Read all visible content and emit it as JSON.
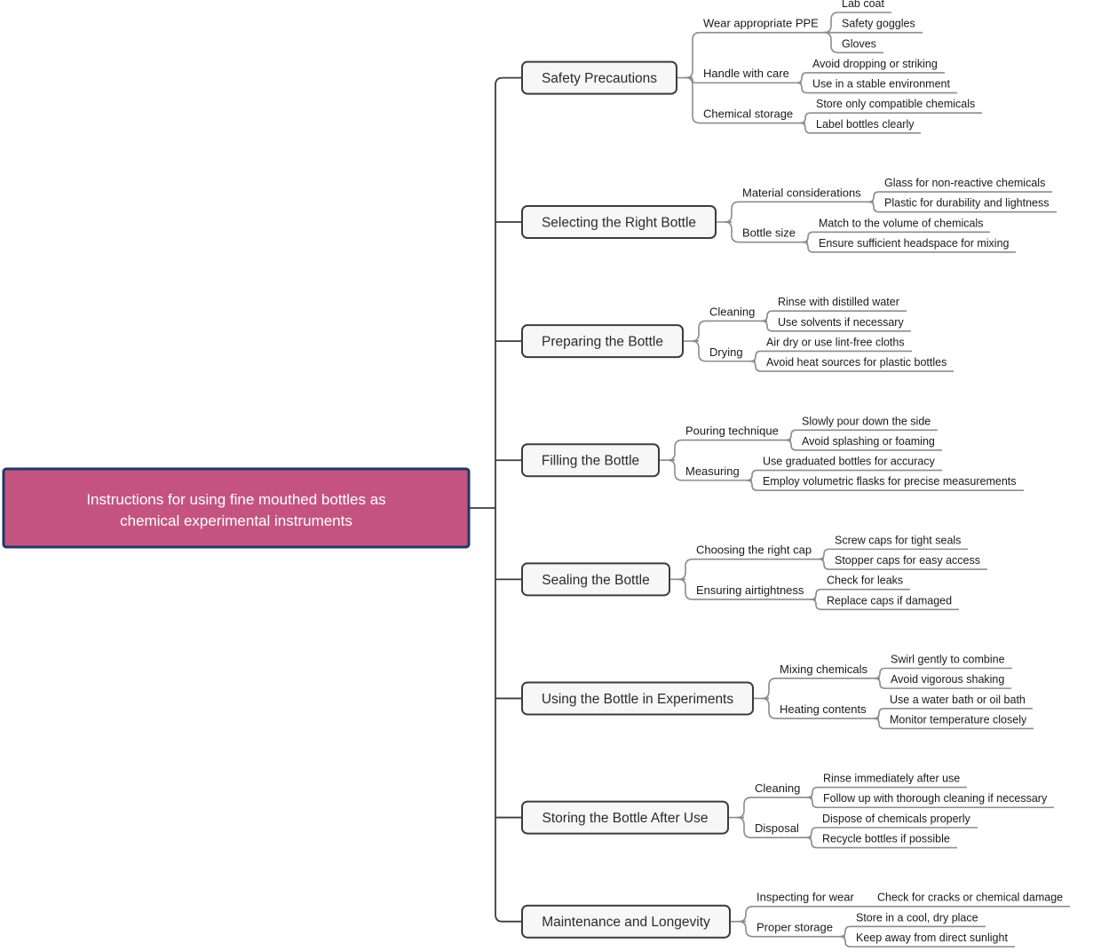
{
  "diagram": {
    "type": "mind-map",
    "orientation": "left-to-right",
    "background_color": "#ffffff",
    "root": {
      "label": "Instructions for using fine mouthed bottles as chemical experimental instruments",
      "line1": "Instructions for using fine mouthed bottles as",
      "line2": "chemical experimental instruments",
      "fill_color": "#c4547f",
      "border_color": "#1f3864",
      "text_color": "#ffffff"
    },
    "style": {
      "level1_fill": "#f7f7f7",
      "level1_border": "#3c3c3c",
      "connector_color": "#8c8c8c",
      "trunk_color": "#3c3c3c",
      "text_color": "#1a1a1a"
    },
    "branches": [
      {
        "label": "Safety Precautions",
        "children": [
          {
            "label": "Wear appropriate PPE",
            "children": [
              {
                "label": "Lab coat"
              },
              {
                "label": "Safety goggles"
              },
              {
                "label": "Gloves"
              }
            ]
          },
          {
            "label": "Handle with care",
            "children": [
              {
                "label": "Avoid dropping or striking"
              },
              {
                "label": "Use in a stable environment"
              }
            ]
          },
          {
            "label": "Chemical storage",
            "children": [
              {
                "label": "Store only compatible chemicals"
              },
              {
                "label": "Label bottles clearly"
              }
            ]
          }
        ]
      },
      {
        "label": "Selecting the Right Bottle",
        "children": [
          {
            "label": "Material considerations",
            "children": [
              {
                "label": "Glass for non-reactive chemicals"
              },
              {
                "label": "Plastic for durability and lightness"
              }
            ]
          },
          {
            "label": "Bottle size",
            "children": [
              {
                "label": "Match to the volume of chemicals"
              },
              {
                "label": "Ensure sufficient headspace for mixing"
              }
            ]
          }
        ]
      },
      {
        "label": "Preparing the Bottle",
        "children": [
          {
            "label": "Cleaning",
            "children": [
              {
                "label": "Rinse with distilled water"
              },
              {
                "label": "Use solvents if necessary"
              }
            ]
          },
          {
            "label": "Drying",
            "children": [
              {
                "label": "Air dry or use lint-free cloths"
              },
              {
                "label": "Avoid heat sources for plastic bottles"
              }
            ]
          }
        ]
      },
      {
        "label": "Filling the Bottle",
        "children": [
          {
            "label": "Pouring technique",
            "children": [
              {
                "label": "Slowly pour down the side"
              },
              {
                "label": "Avoid splashing or foaming"
              }
            ]
          },
          {
            "label": "Measuring",
            "children": [
              {
                "label": "Use graduated bottles for accuracy"
              },
              {
                "label": "Employ volumetric flasks for precise measurements"
              }
            ]
          }
        ]
      },
      {
        "label": "Sealing the Bottle",
        "children": [
          {
            "label": "Choosing the right cap",
            "children": [
              {
                "label": "Screw caps for tight seals"
              },
              {
                "label": "Stopper caps for easy access"
              }
            ]
          },
          {
            "label": "Ensuring airtightness",
            "children": [
              {
                "label": "Check for leaks"
              },
              {
                "label": "Replace caps if damaged"
              }
            ]
          }
        ]
      },
      {
        "label": "Using the Bottle in Experiments",
        "children": [
          {
            "label": "Mixing chemicals",
            "children": [
              {
                "label": "Swirl gently to combine"
              },
              {
                "label": "Avoid vigorous shaking"
              }
            ]
          },
          {
            "label": "Heating contents",
            "children": [
              {
                "label": "Use a water bath or oil bath"
              },
              {
                "label": "Monitor temperature closely"
              }
            ]
          }
        ]
      },
      {
        "label": "Storing the Bottle After Use",
        "children": [
          {
            "label": "Cleaning",
            "children": [
              {
                "label": "Rinse immediately after use"
              },
              {
                "label": "Follow up with thorough cleaning if necessary"
              }
            ]
          },
          {
            "label": "Disposal",
            "children": [
              {
                "label": "Dispose of chemicals properly"
              },
              {
                "label": "Recycle bottles if possible"
              }
            ]
          }
        ]
      },
      {
        "label": "Maintenance and Longevity",
        "children": [
          {
            "label": "Inspecting for wear",
            "children": [
              {
                "label": "Check for cracks or chemical damage"
              }
            ]
          },
          {
            "label": "Proper storage",
            "children": [
              {
                "label": "Store in a cool, dry place"
              },
              {
                "label": "Keep away from direct sunlight"
              }
            ]
          }
        ]
      }
    ]
  }
}
